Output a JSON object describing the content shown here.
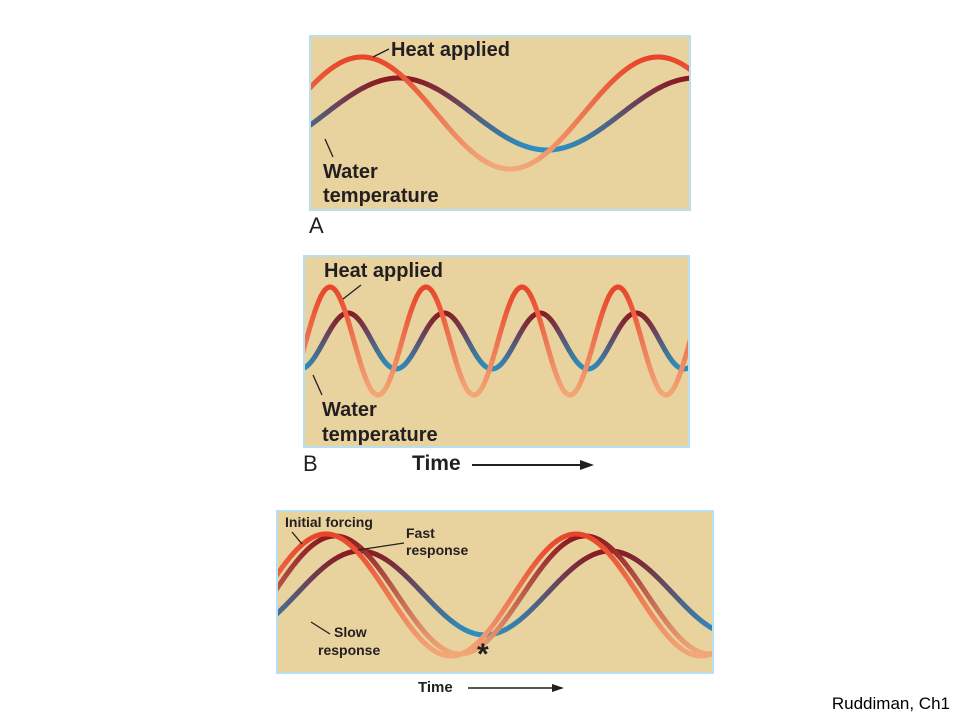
{
  "panel_a": {
    "letter": "A",
    "heat_label": "Heat applied",
    "water_label_line1": "Water",
    "water_label_line2": "temperature"
  },
  "panel_b": {
    "letter": "B",
    "heat_label": "Heat applied",
    "water_label_line1": "Water",
    "water_label_line2": "temperature",
    "time_label": "Time"
  },
  "panel_c": {
    "initial_label": "Initial forcing",
    "fast_label_line1": "Fast",
    "fast_label_line2": "response",
    "slow_label_line1": "Slow",
    "slow_label_line2": "response",
    "star": "*",
    "time_label": "Time"
  },
  "credit": "Ruddiman, Ch1",
  "colors": {
    "panel_bg": "#e8d29e",
    "panel_border": "#b8dff0",
    "heat_peak": "#e8452a",
    "heat_trough": "#f2a878",
    "water_peak": "#8b1a22",
    "water_trough": "#2b8fc2"
  }
}
